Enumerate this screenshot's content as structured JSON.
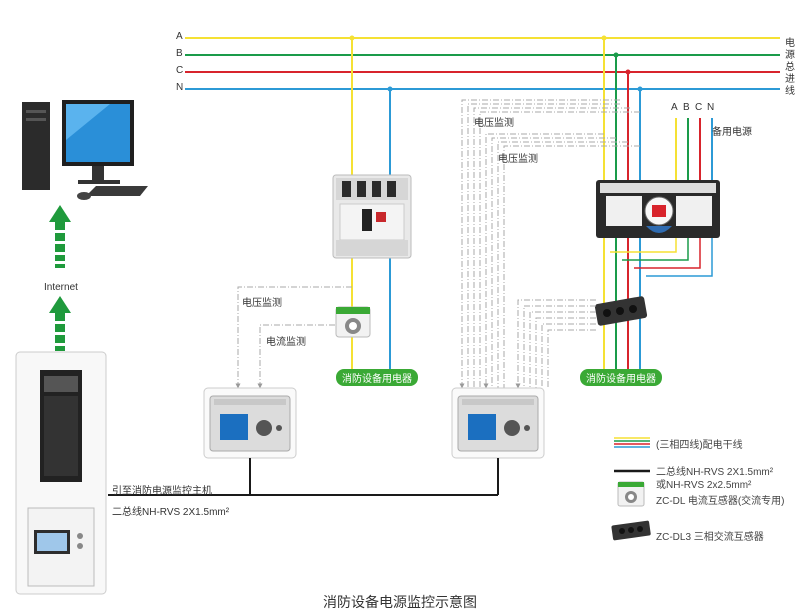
{
  "bus": {
    "labels": [
      "A",
      "B",
      "C",
      "N"
    ],
    "colors": {
      "A": "#f5e134",
      "B": "#1a9b4a",
      "C": "#d8242c",
      "N": "#2c9ad6"
    },
    "main_incoming_chars": [
      "电",
      "源",
      "总",
      "进",
      "线"
    ]
  },
  "backup": {
    "labels": [
      "A",
      "B",
      "C",
      "N"
    ],
    "title": "备用电源"
  },
  "labels": {
    "voltage_monitor": "电压监测",
    "current_monitor": "电流监测",
    "internet": "Internet",
    "to_host": "引至消防电源监控主机",
    "bus_cable": "二总线NH-RVS 2X1.5mm²"
  },
  "equipment_tags": {
    "left": "消防设备用电器",
    "right": "消防设备用电器"
  },
  "legend": {
    "power_line": "(三相四线)配电干线",
    "bus_line_1": "二总线NH-RVS 2X1.5mm²",
    "bus_line_2": "或NH-RVS 2x2.5mm²",
    "ct": "ZC-DL  电流互感器(交流专用)",
    "ct3": "ZC-DL3 三相交流互感器"
  },
  "title": "消防设备电源监控示意图"
}
